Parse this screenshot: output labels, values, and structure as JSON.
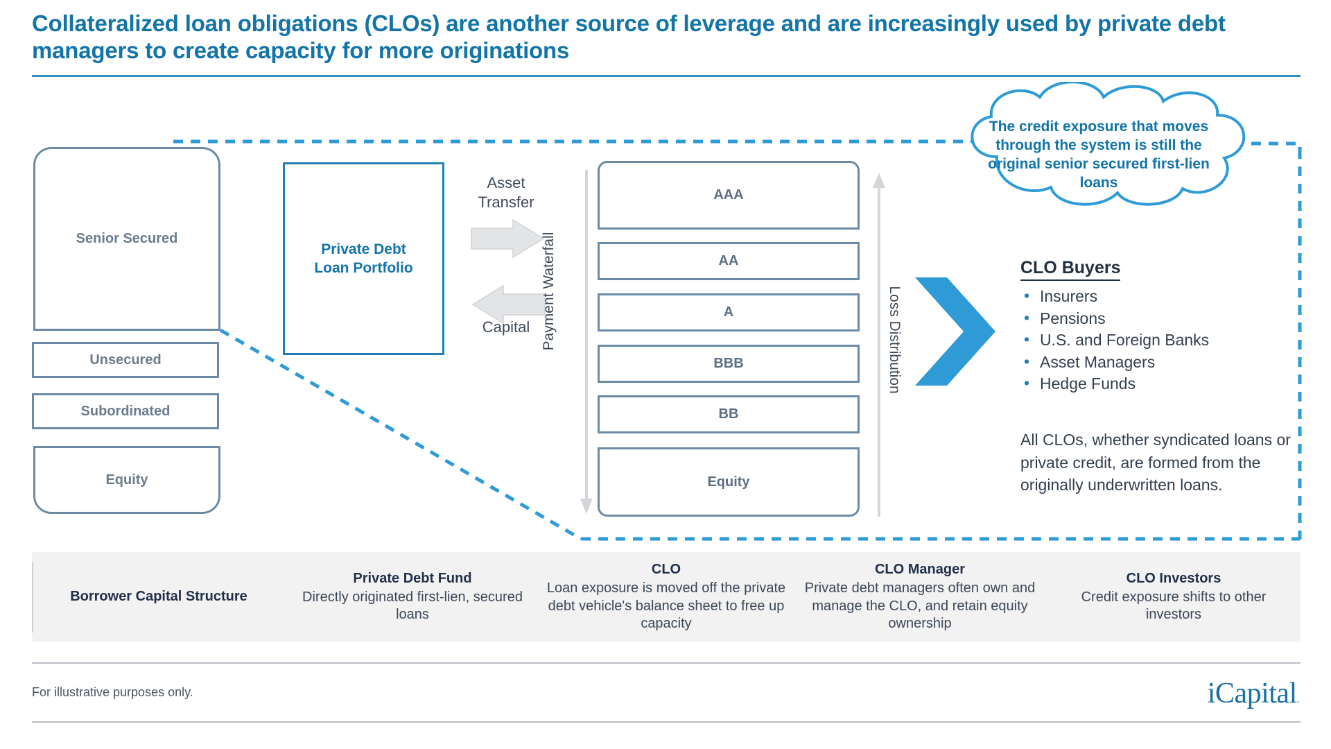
{
  "header": {
    "title": "Collateralized loan obligations (CLOs) are another source of leverage and are increasingly used by private debt managers to create capacity for more originations",
    "rule_color": "#2e8fc4"
  },
  "colors": {
    "brand_blue": "#1274a7",
    "accent_blue": "#2e9bd6",
    "box_gray": "#6a8aa6",
    "text_dark": "#22303f",
    "band_bg": "#f2f2f2"
  },
  "capital_structure": {
    "tiers": [
      {
        "label": "Senior Secured"
      },
      {
        "label": "Unsecured"
      },
      {
        "label": "Subordinated"
      },
      {
        "label": "Equity"
      }
    ]
  },
  "fund": {
    "label_line1": "Private Debt",
    "label_line2": "Loan Portfolio"
  },
  "flows": {
    "asset_transfer": "Asset\nTransfer",
    "asset_transfer_line1": "Asset",
    "asset_transfer_line2": "Transfer",
    "capital": "Capital"
  },
  "clo_structure": {
    "left_axis_label": "Payment Waterfall",
    "right_axis_label": "Loss Distribution",
    "tranches": [
      {
        "label": "AAA"
      },
      {
        "label": "AA"
      },
      {
        "label": "A"
      },
      {
        "label": "BBB"
      },
      {
        "label": "BB"
      },
      {
        "label": "Equity"
      }
    ]
  },
  "callout": {
    "text": "The credit exposure that moves through the system is still the original senior secured first-lien loans"
  },
  "buyers": {
    "title": "CLO Buyers",
    "items": [
      "Insurers",
      "Pensions",
      "U.S. and Foreign Banks",
      "Asset Managers",
      "Hedge Funds"
    ],
    "note": "All CLOs, whether syndicated loans or private credit, are formed from the originally underwritten loans."
  },
  "band": {
    "columns": [
      {
        "heading": "Borrower Capital Structure",
        "body": ""
      },
      {
        "heading": "Private Debt Fund",
        "body": "Directly originated first-lien, secured loans"
      },
      {
        "heading": "CLO",
        "body": "Loan exposure is moved off the private debt vehicle's balance sheet to free up capacity"
      },
      {
        "heading": "CLO Manager",
        "body": "Private debt managers often own and manage the CLO, and retain equity ownership"
      },
      {
        "heading": "CLO Investors",
        "body": "Credit exposure shifts to other investors"
      }
    ]
  },
  "footer": {
    "disclaimer": "For illustrative purposes only.",
    "logo_text": "iCapital",
    "logo_mark": "."
  }
}
